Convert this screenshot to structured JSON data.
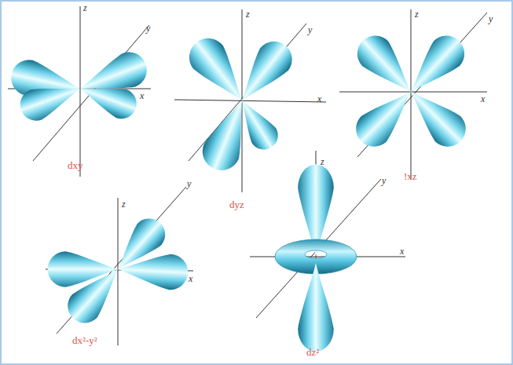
{
  "diagram": {
    "labels": [
      "z",
      "y",
      "x",
      "dxy",
      "z",
      "y",
      "x",
      "dyz",
      "z",
      "y",
      "x",
      "!xz",
      "z",
      "y",
      "x",
      "dx²-y²",
      "z",
      "y",
      "x",
      "dz²"
    ]
  }
}
